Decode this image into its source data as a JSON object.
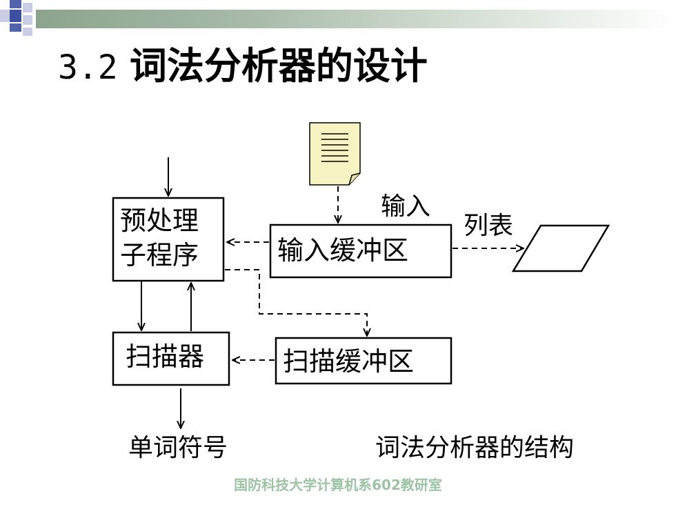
{
  "slide": {
    "title_number": "3.2",
    "title_text": "词法分析器的设计",
    "footer": "国防科技大学计算机系602教研室"
  },
  "diagram": {
    "preprocess_line1": "预处理",
    "preprocess_line2": "子程序",
    "input_buffer": "输入缓冲区",
    "scanner": "扫描器",
    "scan_buffer": "扫描缓冲区",
    "input_label": "输入",
    "listing_label": "列表",
    "output_label": "单词符号",
    "caption": "词法分析器的结构"
  },
  "colors": {
    "deco_dark": "#4a5da8",
    "deco_light": "#c9cde6",
    "doc_fill": "#f7f3c2",
    "footer_text": "#9dc3a5"
  },
  "icons": {
    "source_document": "document-icon",
    "listing_output": "parallelogram-icon"
  }
}
